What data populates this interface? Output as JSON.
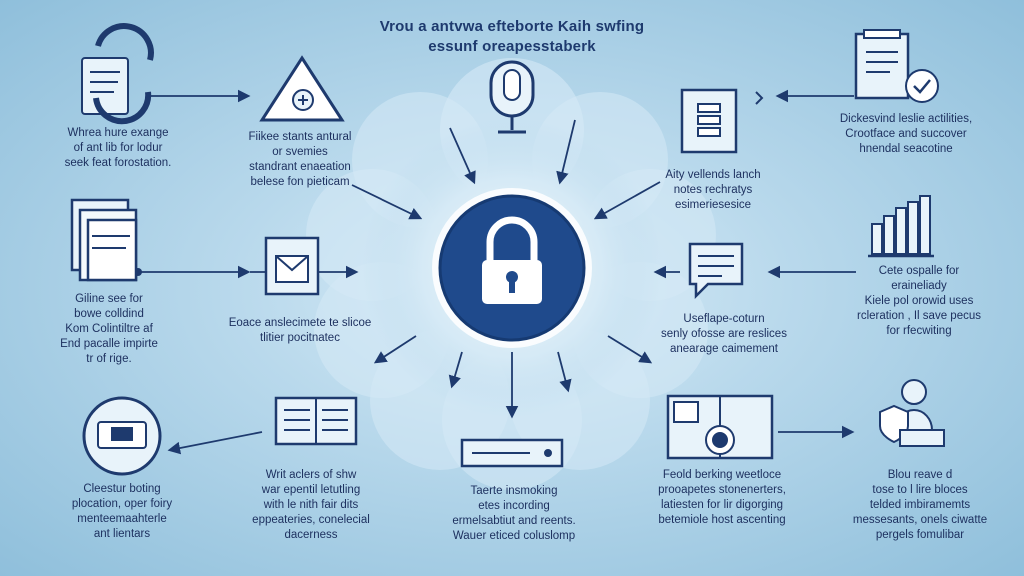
{
  "title": {
    "line1": "Vrou a antvwa efteborte Kaih swfing",
    "line2": "essunf oreapesstaberk"
  },
  "hub": {
    "icon": "padlock-icon"
  },
  "colors": {
    "navy": "#1e3a6e",
    "hub": "#1f4a8c",
    "background": "#b9d9ec",
    "glow": "#e3f1fa"
  },
  "nodes": [
    {
      "key": "top-left",
      "icon": "recycle-document-icon",
      "text": "Whrea hure exange\nof ant lib for lodur\nseek feat forostation."
    },
    {
      "key": "top-mid-left",
      "icon": "warning-triangle-icon",
      "text": "Fiikee stants antural\nor svemies\nstandrant enaeation\nbelese fon pieticam"
    },
    {
      "key": "top-center",
      "icon": "microphone-icon",
      "text": ""
    },
    {
      "key": "top-mid-right",
      "icon": "checklist-clipboard-icon",
      "text": "Aity vellends lanch\nnotes rechratys\nesimeriesesice"
    },
    {
      "key": "top-right",
      "icon": "approved-document-icon",
      "text": "Dickesvind leslie actilities,\nCrootface and succover\nhnendal seacotine"
    },
    {
      "key": "mid-left",
      "icon": "file-stack-icon",
      "text": "Giline see for\nbowe colldind\nKom Colintiltre af\nEnd pacalle impirte\ntr of rige."
    },
    {
      "key": "mid-inner-left",
      "icon": "mail-envelope-icon",
      "text": "Eoace anslecimete te slicoe\ntlitier pocitnatec"
    },
    {
      "key": "mid-inner-right",
      "icon": "chat-bubble-icon",
      "text": "Useflape-coturn\nsenly ofosse are reslices\nanearage caimement"
    },
    {
      "key": "mid-right",
      "icon": "bar-chart-icon",
      "text": "Cete ospalle for\neraineliady\nKiele pol orowid uses\nrcleration , Il save pecus\nfor rfecwiting"
    },
    {
      "key": "bottom-left",
      "icon": "secure-server-icon",
      "text": "Cleestur boting\nplocation, oper foiry\nmenteemaahterle\nant lientars"
    },
    {
      "key": "bottom-mid-left",
      "icon": "open-ledger-icon",
      "text": "Writ aclers of shw\nwar epentil letutling\nwith le nith fair dits\neppeateries, conelecial\ndacerness"
    },
    {
      "key": "bottom-center",
      "icon": "server-rack-icon",
      "text": "Taerte insmoking\netes incording\nermelsabtiut and reents.\nWauer eticed coluslomp"
    },
    {
      "key": "bottom-mid-right",
      "icon": "certificate-book-icon",
      "text": "Feold berking weetloce\nprooapetes stonenerters,\nlatiesten for lir digorging\nbetemiole host ascenting"
    },
    {
      "key": "bottom-right",
      "icon": "user-shield-icon",
      "text": "Blou reave d\ntose to l lire bloces\ntelded imbiramemts\nmessesants, onels ciwatte\npergels fomulibar"
    }
  ]
}
